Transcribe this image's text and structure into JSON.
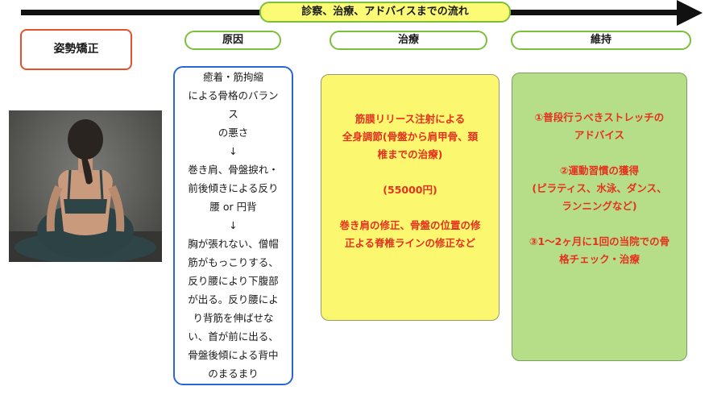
{
  "timeline": {
    "label": "診察、治療、アドバイスまでの流れ"
  },
  "title": "姿勢矯正",
  "headers": {
    "cause": "原因",
    "treatment": "治療",
    "maintenance": "維持"
  },
  "cause_lines": [
    "癒着・筋拘縮",
    "による骨格のバラン",
    "ス",
    "の悪さ",
    "↓",
    "巻き肩、骨盤捩れ・",
    "前後傾きによる反り",
    "腰 or 円背",
    "↓",
    "胸が張れない、僧帽",
    "筋がもっこりする、",
    "反り腰により下腹部",
    "が出る。反り腰によ",
    "り背筋を伸ばせな",
    "い、首が前に出る、",
    "骨盤後傾による背中",
    "のまるまり"
  ],
  "treatment_lines": [
    "",
    "",
    "筋膜リリース注射による",
    "全身調節(骨盤から肩甲骨、頚",
    "椎までの治療)",
    "",
    "(55000円)",
    "",
    "巻き肩の修正、骨盤の位置の修",
    "正よる脊椎ラインの修正など"
  ],
  "maintenance_lines": [
    "",
    "",
    "①普段行うべきストレッチの",
    "アドバイス",
    "",
    "②運動習慣の獲得",
    "(ピラティス、水泳、ダンス、",
    "ランニングなど)",
    "",
    "③1〜2ヶ月に1回の当院での骨",
    "格チェック・治療"
  ],
  "colors": {
    "timeline_fill": "#fbfb76",
    "pill_border": "#7cbf3c",
    "title_border": "#e8502a",
    "cause_border": "#2a66d6",
    "treatment_fill": "#fbf76f",
    "maintenance_fill": "#b6de88",
    "accent_text": "#e5321f"
  }
}
